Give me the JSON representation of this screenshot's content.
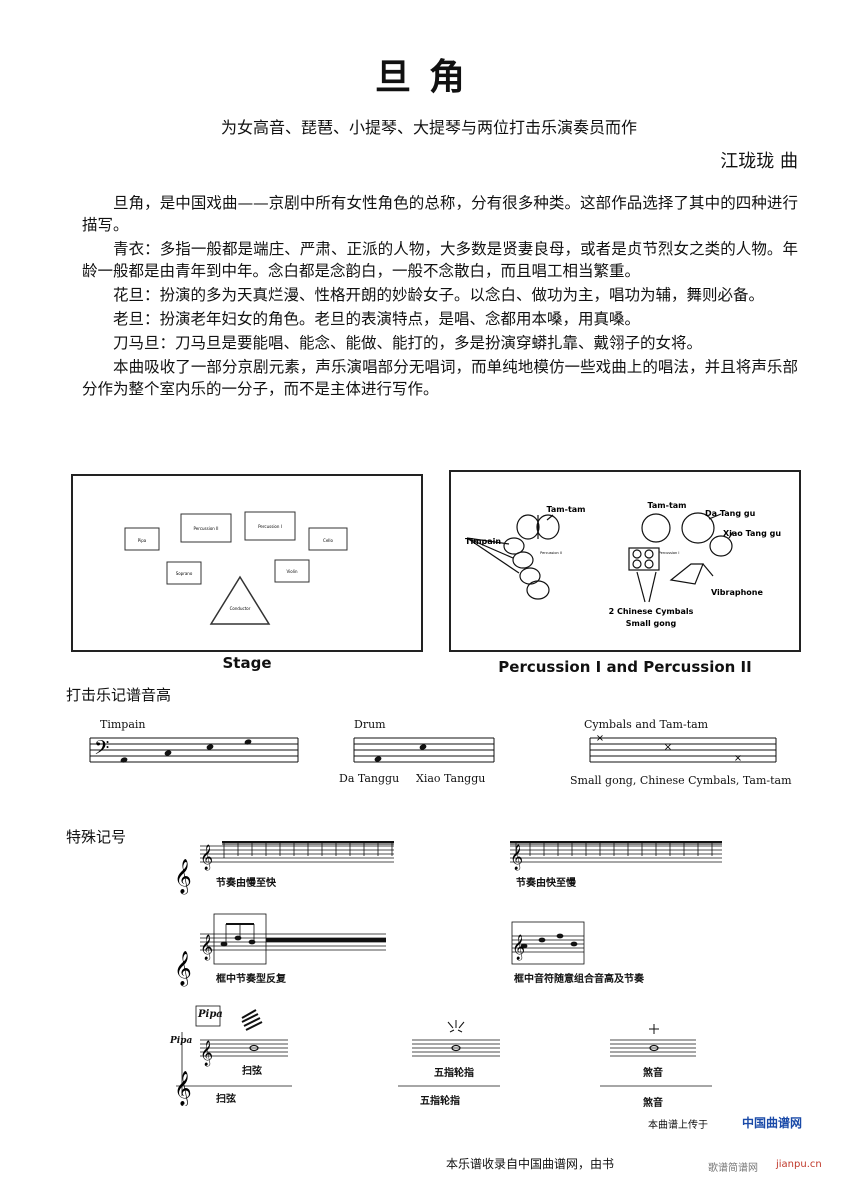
{
  "header": {
    "title": "旦角",
    "subtitle": "为女高音、琵琶、小提琴、大提琴与两位打击乐演奏员而作",
    "composer": "江珑珑 曲"
  },
  "intro": [
    "旦角，是中国戏曲——京剧中所有女性角色的总称，分有很多种类。这部作品选择了其中的四种进行描写。",
    "青衣：多指一般都是端庄、严肃、正派的人物，大多数是贤妻良母，或者是贞节烈女之类的人物。年龄一般都是由青年到中年。念白都是念韵白，一般不念散白，而且唱工相当繁重。",
    "花旦：扮演的多为天真烂漫、性格开朗的妙龄女子。以念白、做功为主，唱功为辅，舞则必备。",
    "老旦：扮演老年妇女的角色。老旦的表演特点，是唱、念都用本嗓，用真嗓。",
    "刀马旦：刀马旦是要能唱、能念、能做、能打的，多是扮演穿蟒扎靠、戴翎子的女将。",
    "本曲吸收了一部分京剧元素，声乐演唱部分无唱词，而单纯地模仿一些戏曲上的唱法，并且将声乐部分作为整个室内乐的一分子，而不是主体进行写作。"
  ],
  "stage": {
    "caption": "Stage",
    "boxes": {
      "pipa": "Pipa",
      "perc2": "Percussion II",
      "perc1": "Percussion I",
      "cello": "Cello",
      "soprano": "Soprano",
      "violin": "Violin",
      "conductor": "Conductor"
    }
  },
  "percussion": {
    "caption": "Percussion I  and Percussion II",
    "labels": {
      "tamtam1": "Tam-tam",
      "timpani": "Timpain",
      "perc2": "Percussion II",
      "tamtam2": "Tam-tam",
      "datanggu": "Da Tang gu",
      "xiaotanggu": "Xiao Tang gu",
      "perc1": "Percussion I",
      "vibraphone": "Vibraphone",
      "cymbals": "2 Chinese Cymbals",
      "smallgong": "Small gong"
    }
  },
  "pitch_section": {
    "heading": "打击乐记谱音高",
    "timpani_label": "Timpain",
    "drum_label": "Drum",
    "da_tanggu": "Da Tanggu",
    "xiao_tanggu": "Xiao Tanggu",
    "cymbals_label": "Cymbals and Tam-tam",
    "cymbals_caption": "Small gong, Chinese Cymbals, Tam-tam"
  },
  "symbols_section": {
    "heading": "特殊记号",
    "accel": "节奏由慢至快",
    "rit": "节奏由快至慢",
    "box_repeat": "框中节奏型反复",
    "box_random": "框中音符随意组合音高及节奏",
    "pipa1": "Pipa",
    "pipa2": "Pipa",
    "saoxian1": "扫弦",
    "saoxian2": "扫弦",
    "lunzhi1": "五指轮指",
    "lunzhi2": "五指轮指",
    "shayin1": "煞音",
    "shayin2": "煞音"
  },
  "footer": {
    "upload": "本曲谱上传于",
    "site_logo": "中国曲谱网",
    "source": "本乐谱收录自中国曲谱网，由书",
    "watermark": "歌谱简谱网",
    "watermark_url": "jianpu.cn"
  }
}
